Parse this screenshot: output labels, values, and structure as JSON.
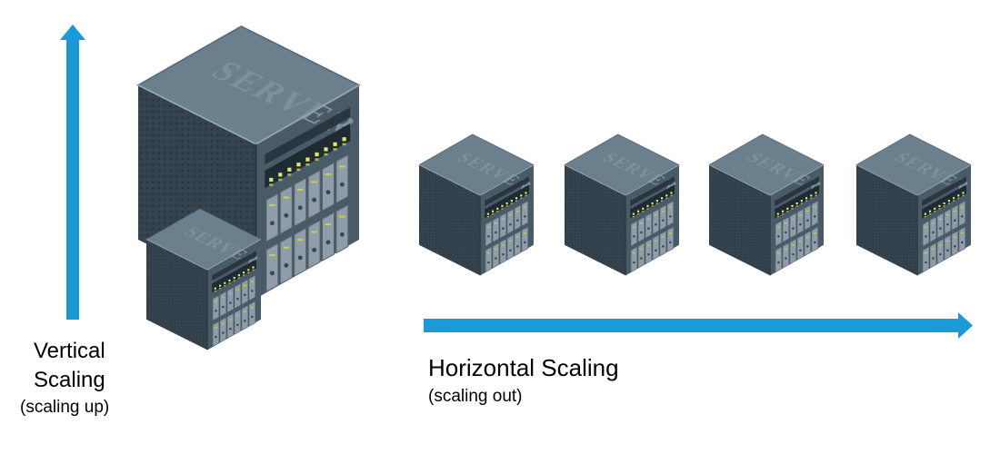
{
  "colors": {
    "arrow": "#1a9ad6",
    "server_front": "#4a5b68",
    "server_top": "#6c7f8c",
    "server_side": "#2f3c46",
    "led": "#d9e86a"
  },
  "server_label": "SERVER",
  "vertical": {
    "title_line1": "Vertical",
    "title_line2": "Scaling",
    "subtitle": "(scaling up)"
  },
  "horizontal": {
    "title": "Horizontal Scaling",
    "subtitle": "(scaling out)"
  }
}
